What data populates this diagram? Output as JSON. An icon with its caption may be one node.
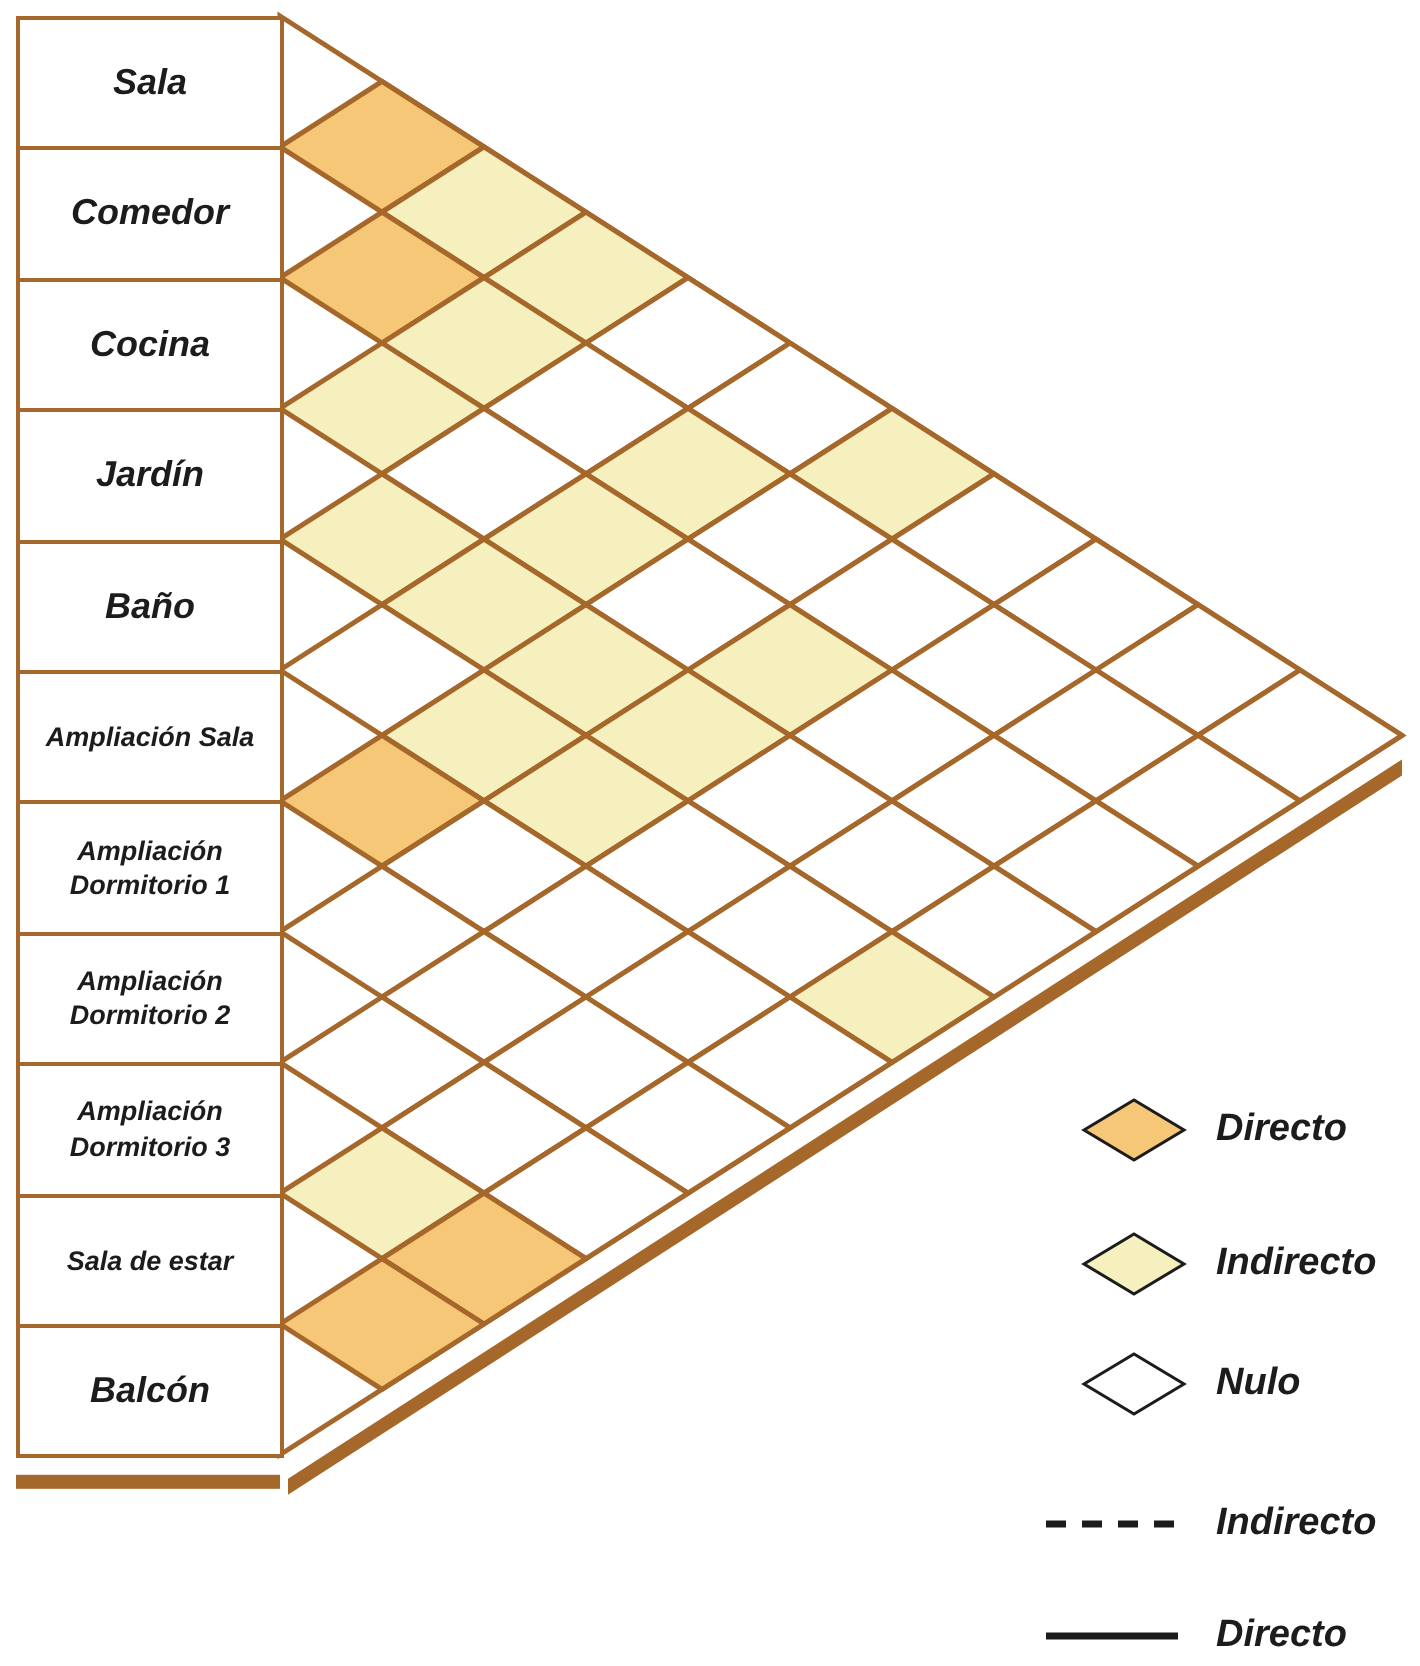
{
  "diagram": {
    "nodes": [
      {
        "text": [
          "Sala"
        ]
      },
      {
        "text": [
          "Comedor"
        ]
      },
      {
        "text": [
          "Cocina"
        ]
      },
      {
        "text": [
          "Jardín"
        ]
      },
      {
        "text": [
          "Baño"
        ]
      },
      {
        "text": [
          "Ampliación Sala"
        ]
      },
      {
        "text": [
          "Ampliación Dormitorio 1"
        ]
      },
      {
        "text": [
          "Ampliación Dormitorio 2"
        ]
      },
      {
        "text": [
          "Ampliación Dormitorio 3"
        ]
      },
      {
        "text": [
          "Sala de estar"
        ]
      },
      {
        "text": [
          "Balcón"
        ]
      }
    ],
    "legend": [
      {
        "text": "Directo",
        "color": "#f5c776"
      },
      {
        "text": "Indirecto",
        "color": "#f5f0bd"
      },
      {
        "text": "Nulo",
        "color": "#ffffff"
      },
      {
        "text": "Indirecto"
      },
      {
        "text": "Directo"
      }
    ]
  }
}
